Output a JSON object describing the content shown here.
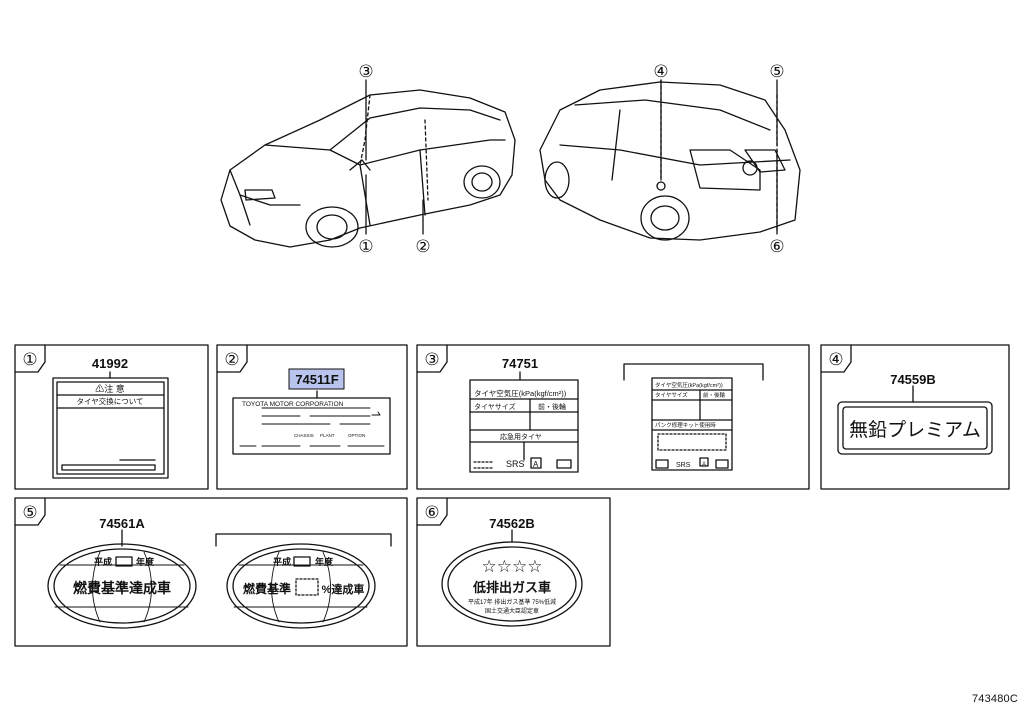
{
  "diagram": {
    "figure_code": "743480C",
    "highlight_color": "#b9c4ee",
    "callouts": {
      "c1": "①",
      "c2": "②",
      "c3": "③",
      "c4": "④",
      "c5": "⑤",
      "c6": "⑥"
    },
    "panels": [
      {
        "number": "①",
        "part_number": "41992",
        "label": {
          "warning_title": "⚠注 意",
          "subtitle": "タイヤ交換について"
        }
      },
      {
        "number": "②",
        "part_number": "74511F",
        "highlighted": true,
        "label": {
          "header": "TOYOTA MOTOR CORPORATION",
          "fields": [
            "CHASSIS",
            "PLANT",
            "OPTION"
          ]
        }
      },
      {
        "number": "③",
        "part_number": "74751",
        "label": {
          "title": "タイヤ空気圧(kPa(kgf/cm²))",
          "row1_left": "タイヤサイズ",
          "row1_right": "前・後輪",
          "row2": "応急用タイヤ",
          "srs": "SRS",
          "srs_badge": "A",
          "alt_title": "タイヤ空気圧(kPa(kgf/cm²))",
          "alt_row1_left": "タイヤサイズ",
          "alt_row1_right": "前・後輪",
          "alt_row2": "パンク修理キット使用時"
        }
      },
      {
        "number": "④",
        "part_number": "74559B",
        "label": {
          "text": "無鉛プレミアム"
        }
      },
      {
        "number": "⑤",
        "part_number": "74561A",
        "label": {
          "top_left": "平成",
          "top_right": "年度",
          "main": "燃費基準達成車",
          "alt_main_left": "燃費基準",
          "alt_main_right": "%達成車"
        }
      },
      {
        "number": "⑥",
        "part_number": "74562B",
        "label": {
          "stars": "☆☆☆☆",
          "main": "低排出ガス車",
          "line1": "平成17年 排出ガス基準 75%低減",
          "line2": "国土交通大臣認定車"
        }
      }
    ]
  }
}
